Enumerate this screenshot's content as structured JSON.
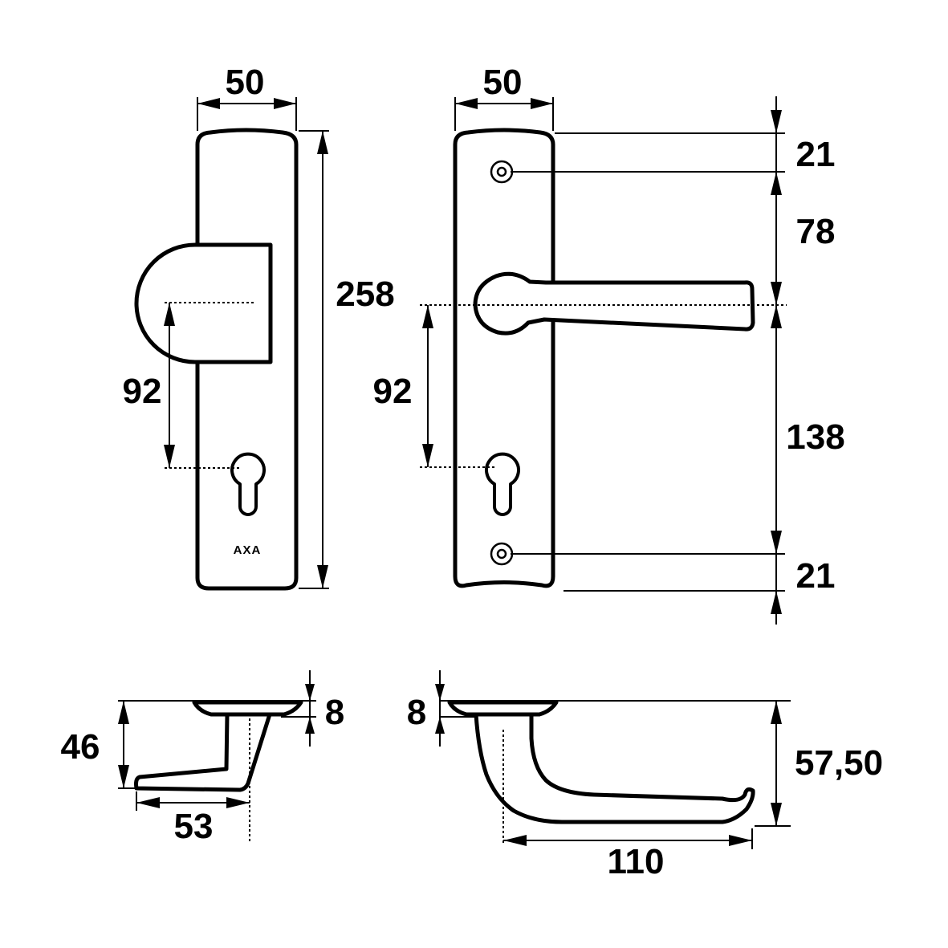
{
  "drawing": {
    "front_view_security": {
      "brand_mark": "AXA",
      "width": "50",
      "height": "258",
      "handle_to_cylinder": "92"
    },
    "front_view_lever": {
      "width": "50",
      "top_to_screw": "21",
      "screw_to_handle": "78",
      "handle_to_screw": "138",
      "screw_to_bottom": "21",
      "handle_to_cylinder": "92"
    },
    "side_view_security": {
      "plate_thickness": "8",
      "projection": "46",
      "grip_length": "53"
    },
    "side_view_lever": {
      "plate_thickness": "8",
      "projection": "57,50",
      "lever_length": "110"
    }
  }
}
